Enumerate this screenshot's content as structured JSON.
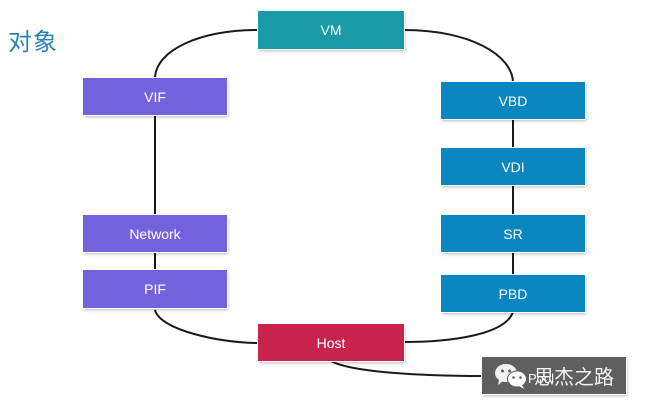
{
  "title": "对象",
  "colors": {
    "title": "#2a84b8",
    "vm": "#1a9aa6",
    "network_side": "#7263dd",
    "storage_side": "#0a86c0",
    "host": "#c8234a",
    "pool": "#5f5f5f",
    "line": "#1a1a1a"
  },
  "nodes": {
    "vm": "VM",
    "vif": "VIF",
    "network": "Network",
    "pif": "PIF",
    "vbd": "VBD",
    "vdi": "VDI",
    "sr": "SR",
    "pbd": "PBD",
    "host": "Host",
    "pool": "Pool"
  },
  "edges": [
    [
      "VM",
      "VIF"
    ],
    [
      "VM",
      "VBD"
    ],
    [
      "VIF",
      "Network"
    ],
    [
      "Network",
      "PIF"
    ],
    [
      "PIF",
      "Host"
    ],
    [
      "VBD",
      "VDI"
    ],
    [
      "VDI",
      "SR"
    ],
    [
      "SR",
      "PBD"
    ],
    [
      "PBD",
      "Host"
    ],
    [
      "Host",
      "Pool"
    ]
  ],
  "watermark": {
    "icon": "wechat-icon",
    "text": "思杰之路"
  }
}
